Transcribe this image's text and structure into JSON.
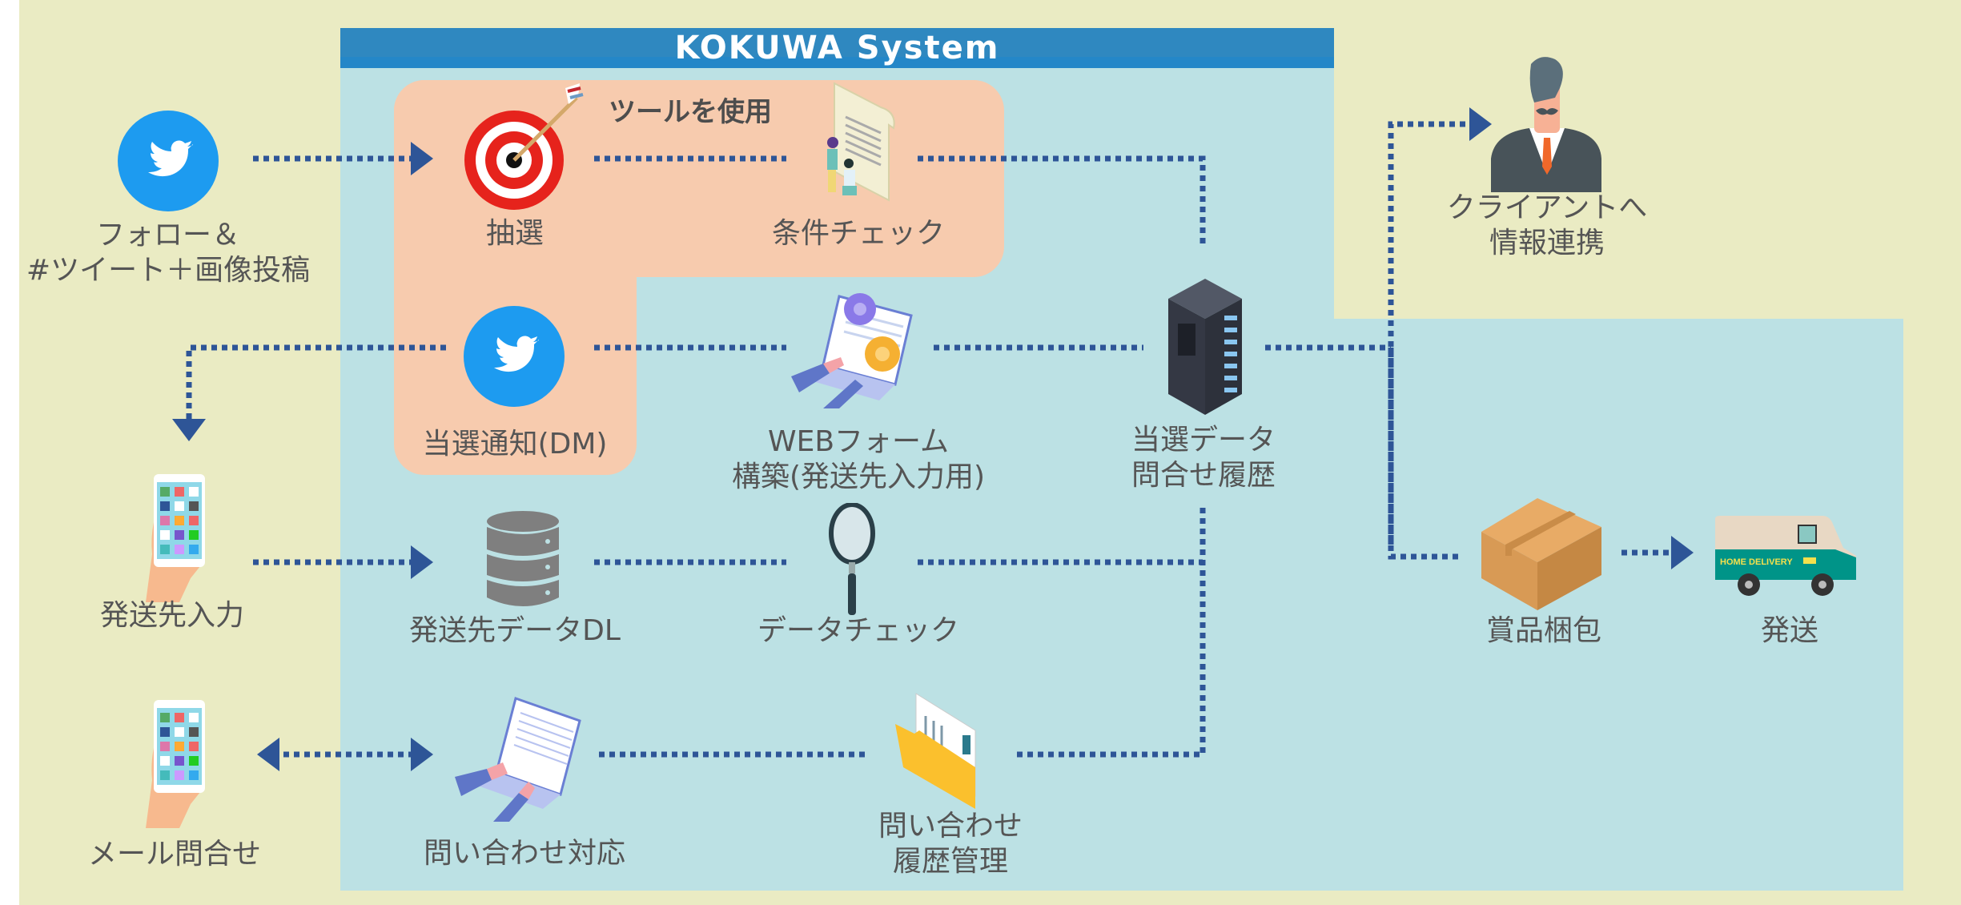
{
  "header": {
    "title": "KOKUWA System"
  },
  "tool_group": {
    "label": "ツールを使用"
  },
  "colors": {
    "background": "#eaebc3",
    "panel": "#bce1e4",
    "header": "#2f88c0",
    "tool_group": "#f7cbae",
    "connector": "#2e5597",
    "twitter": "#1d9bf0",
    "text": "#555555"
  },
  "nodes": {
    "follow_tweet": {
      "icon": "twitter-icon",
      "line1": "フォロー＆",
      "line2": "#ツイート＋画像投稿"
    },
    "lottery": {
      "icon": "target-icon",
      "line1": "抽選"
    },
    "condition_check": {
      "icon": "document-check-icon",
      "line1": "条件チェック"
    },
    "win_notice": {
      "icon": "twitter-icon",
      "line1": "当選通知(DM)"
    },
    "web_form": {
      "icon": "laptop-gears-icon",
      "line1": "WEBフォーム",
      "line2": "構築(発送先入力用)"
    },
    "win_data": {
      "icon": "server-icon",
      "line1": "当選データ",
      "line2": "問合せ履歴"
    },
    "client": {
      "icon": "businessman-icon",
      "line1": "クライアントへ",
      "line2": "情報連携"
    },
    "address_input": {
      "icon": "smartphone-icon",
      "line1": "発送先入力"
    },
    "address_dl": {
      "icon": "database-icon",
      "line1": "発送先データDL"
    },
    "data_check": {
      "icon": "magnifier-icon",
      "line1": "データチェック"
    },
    "packing": {
      "icon": "cardboard-box-icon",
      "line1": "賞品梱包"
    },
    "shipping": {
      "icon": "delivery-truck-icon",
      "line1": "発送",
      "truck_text": "HOME DELIVERY"
    },
    "mail_inquiry": {
      "icon": "smartphone-icon",
      "line1": "メール問合せ"
    },
    "inquiry_response": {
      "icon": "laptop-icon",
      "line1": "問い合わせ対応"
    },
    "inquiry_history": {
      "icon": "folder-icon",
      "line1": "問い合わせ",
      "line2": "履歴管理"
    }
  }
}
